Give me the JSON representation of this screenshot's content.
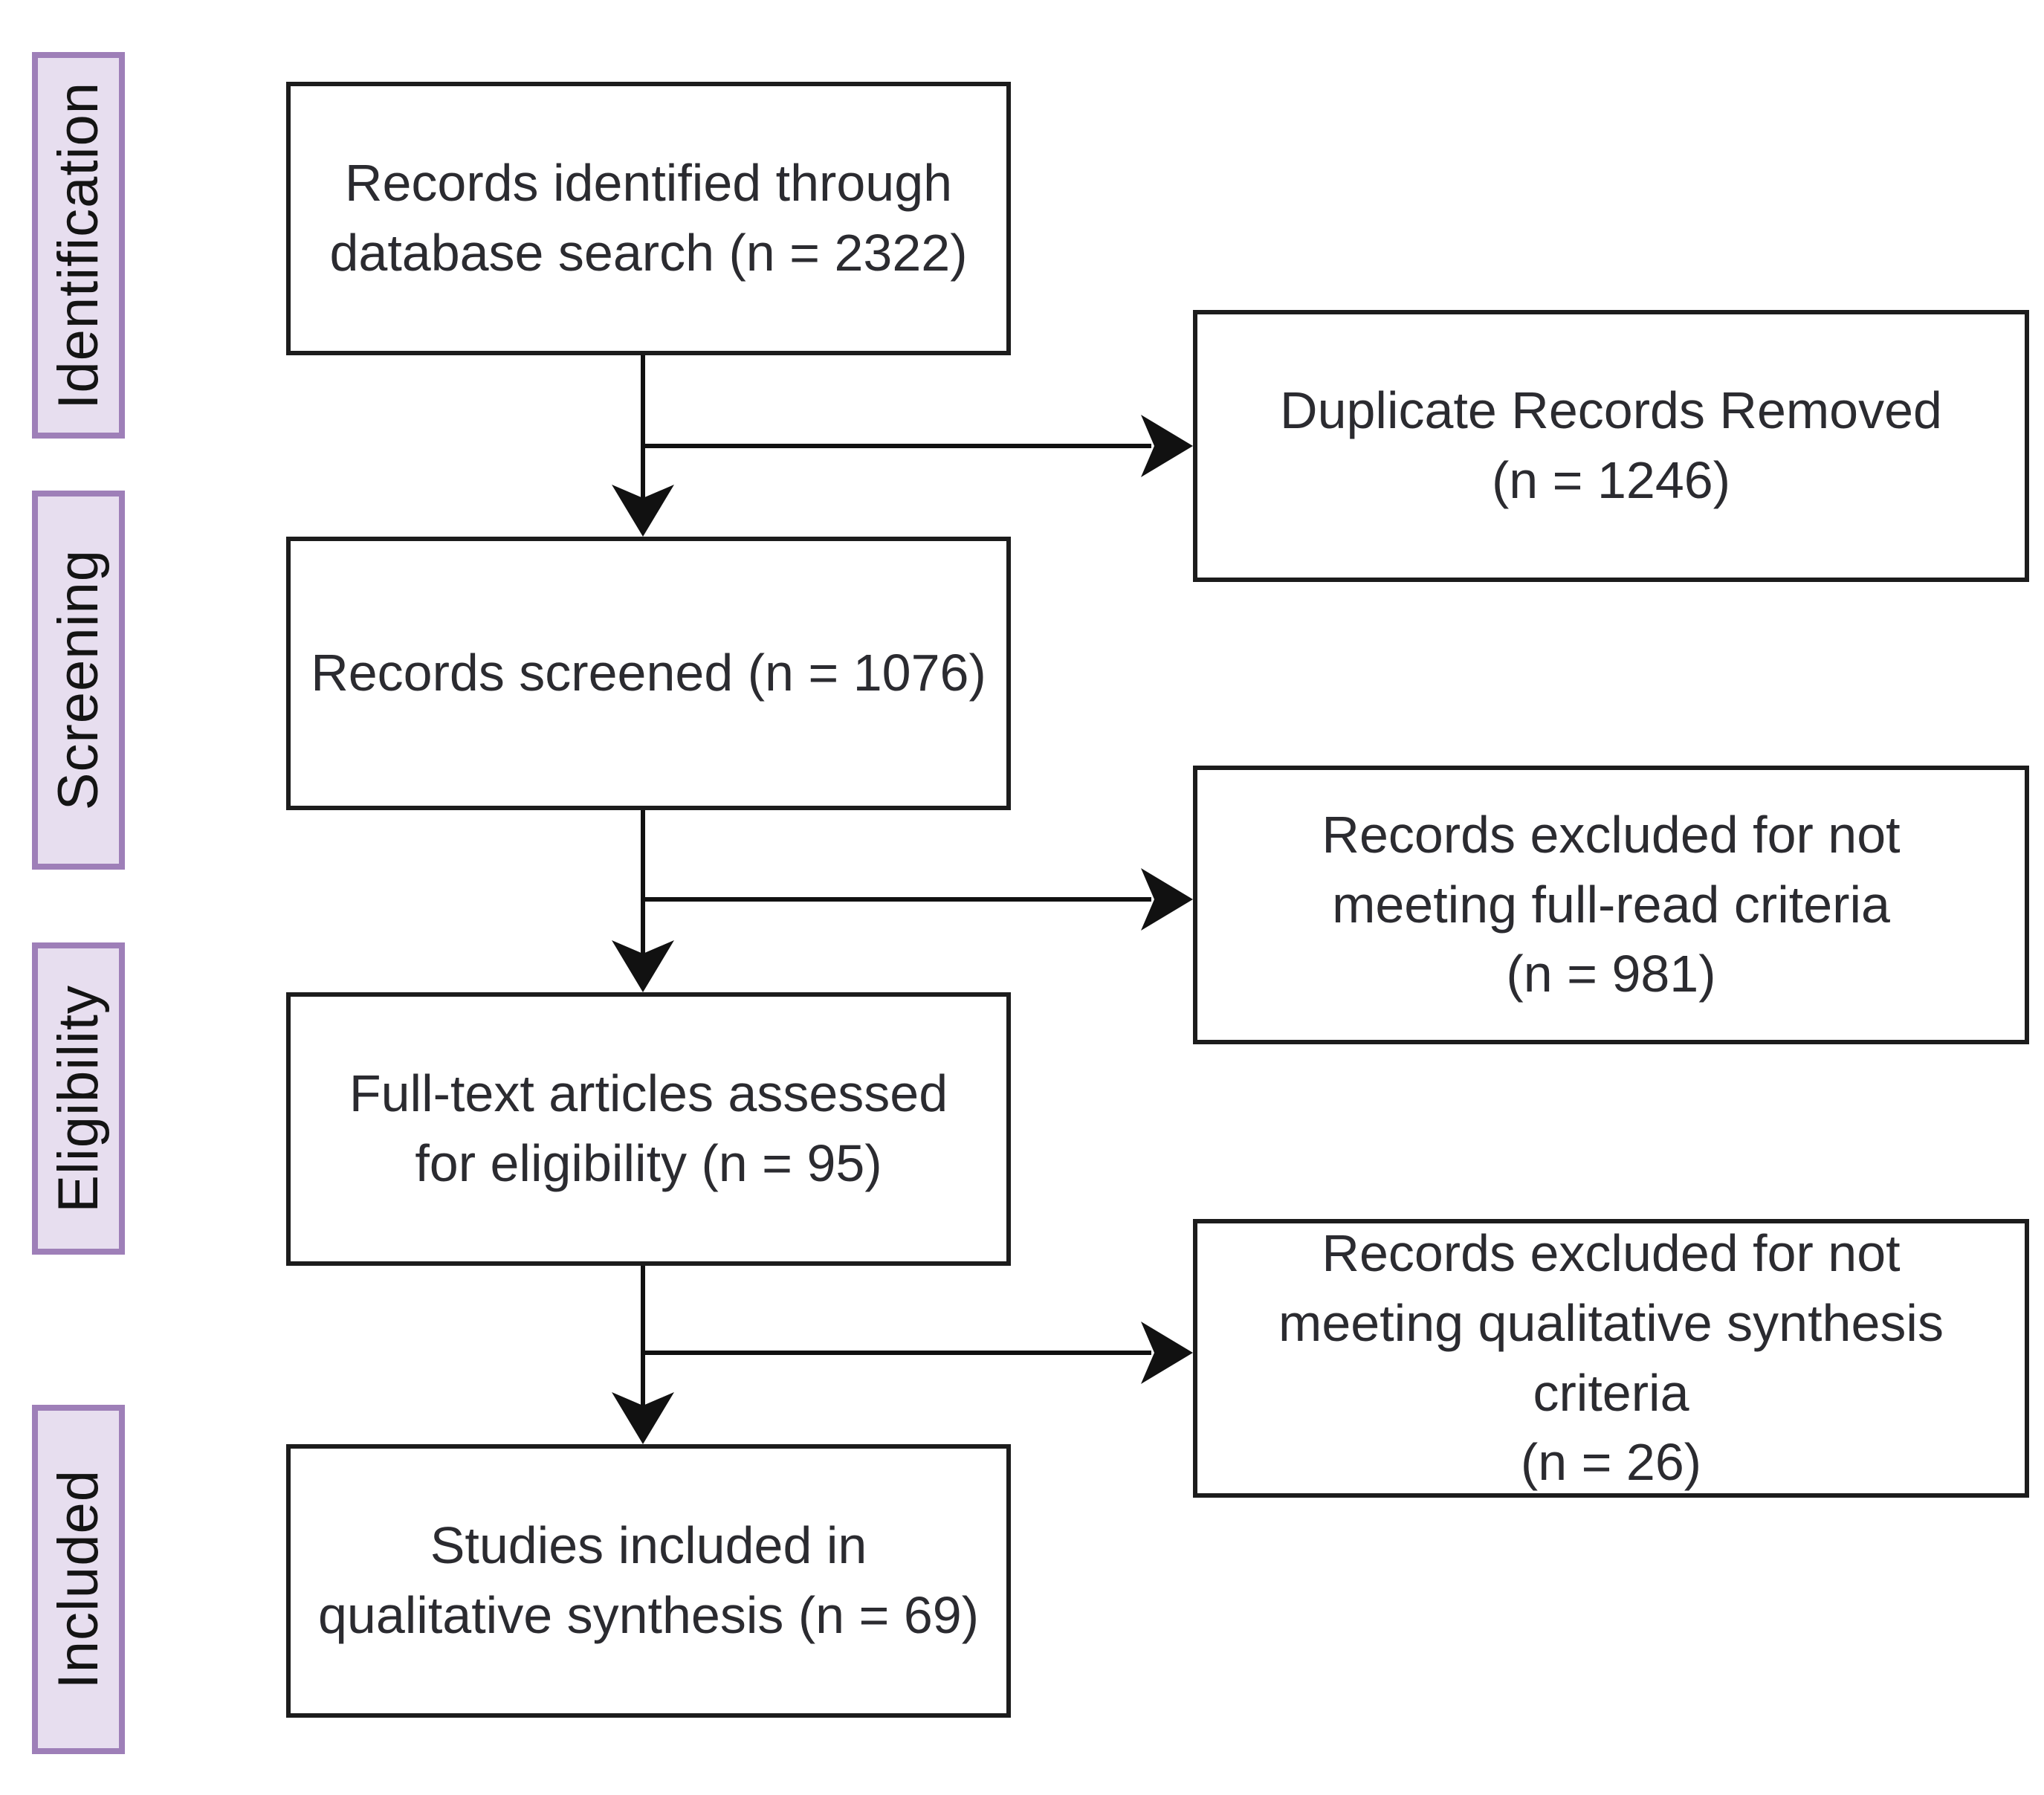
{
  "diagram": {
    "type": "prisma-flow",
    "stages": [
      {
        "label": "Identification"
      },
      {
        "label": "Screening"
      },
      {
        "label": "Eligibility"
      },
      {
        "label": "Included"
      }
    ],
    "main_boxes": [
      {
        "label": "Records identified through\ndatabase search (n = 2322)",
        "n": 2322
      },
      {
        "label": "Records screened (n = 1076)",
        "n": 1076
      },
      {
        "label": "Full-text articles assessed\nfor eligibility (n = 95)",
        "n": 95
      },
      {
        "label": "Studies included in\nqualitative synthesis (n = 69)",
        "n": 69
      }
    ],
    "side_boxes": [
      {
        "label": "Duplicate Records Removed\n(n = 1246)",
        "n": 1246
      },
      {
        "label": "Records excluded for not\nmeeting full-read criteria\n(n = 981)",
        "n": 981
      },
      {
        "label": "Records excluded for not\nmeeting qualitative synthesis\ncriteria\n(n = 26)",
        "n": 26
      }
    ],
    "colors": {
      "stage_fill": "#e7deef",
      "stage_border": "#9e7fb8",
      "box_border": "#1c1c1c",
      "arrow": "#111111",
      "text": "#2b2b30",
      "background": "#ffffff"
    }
  }
}
